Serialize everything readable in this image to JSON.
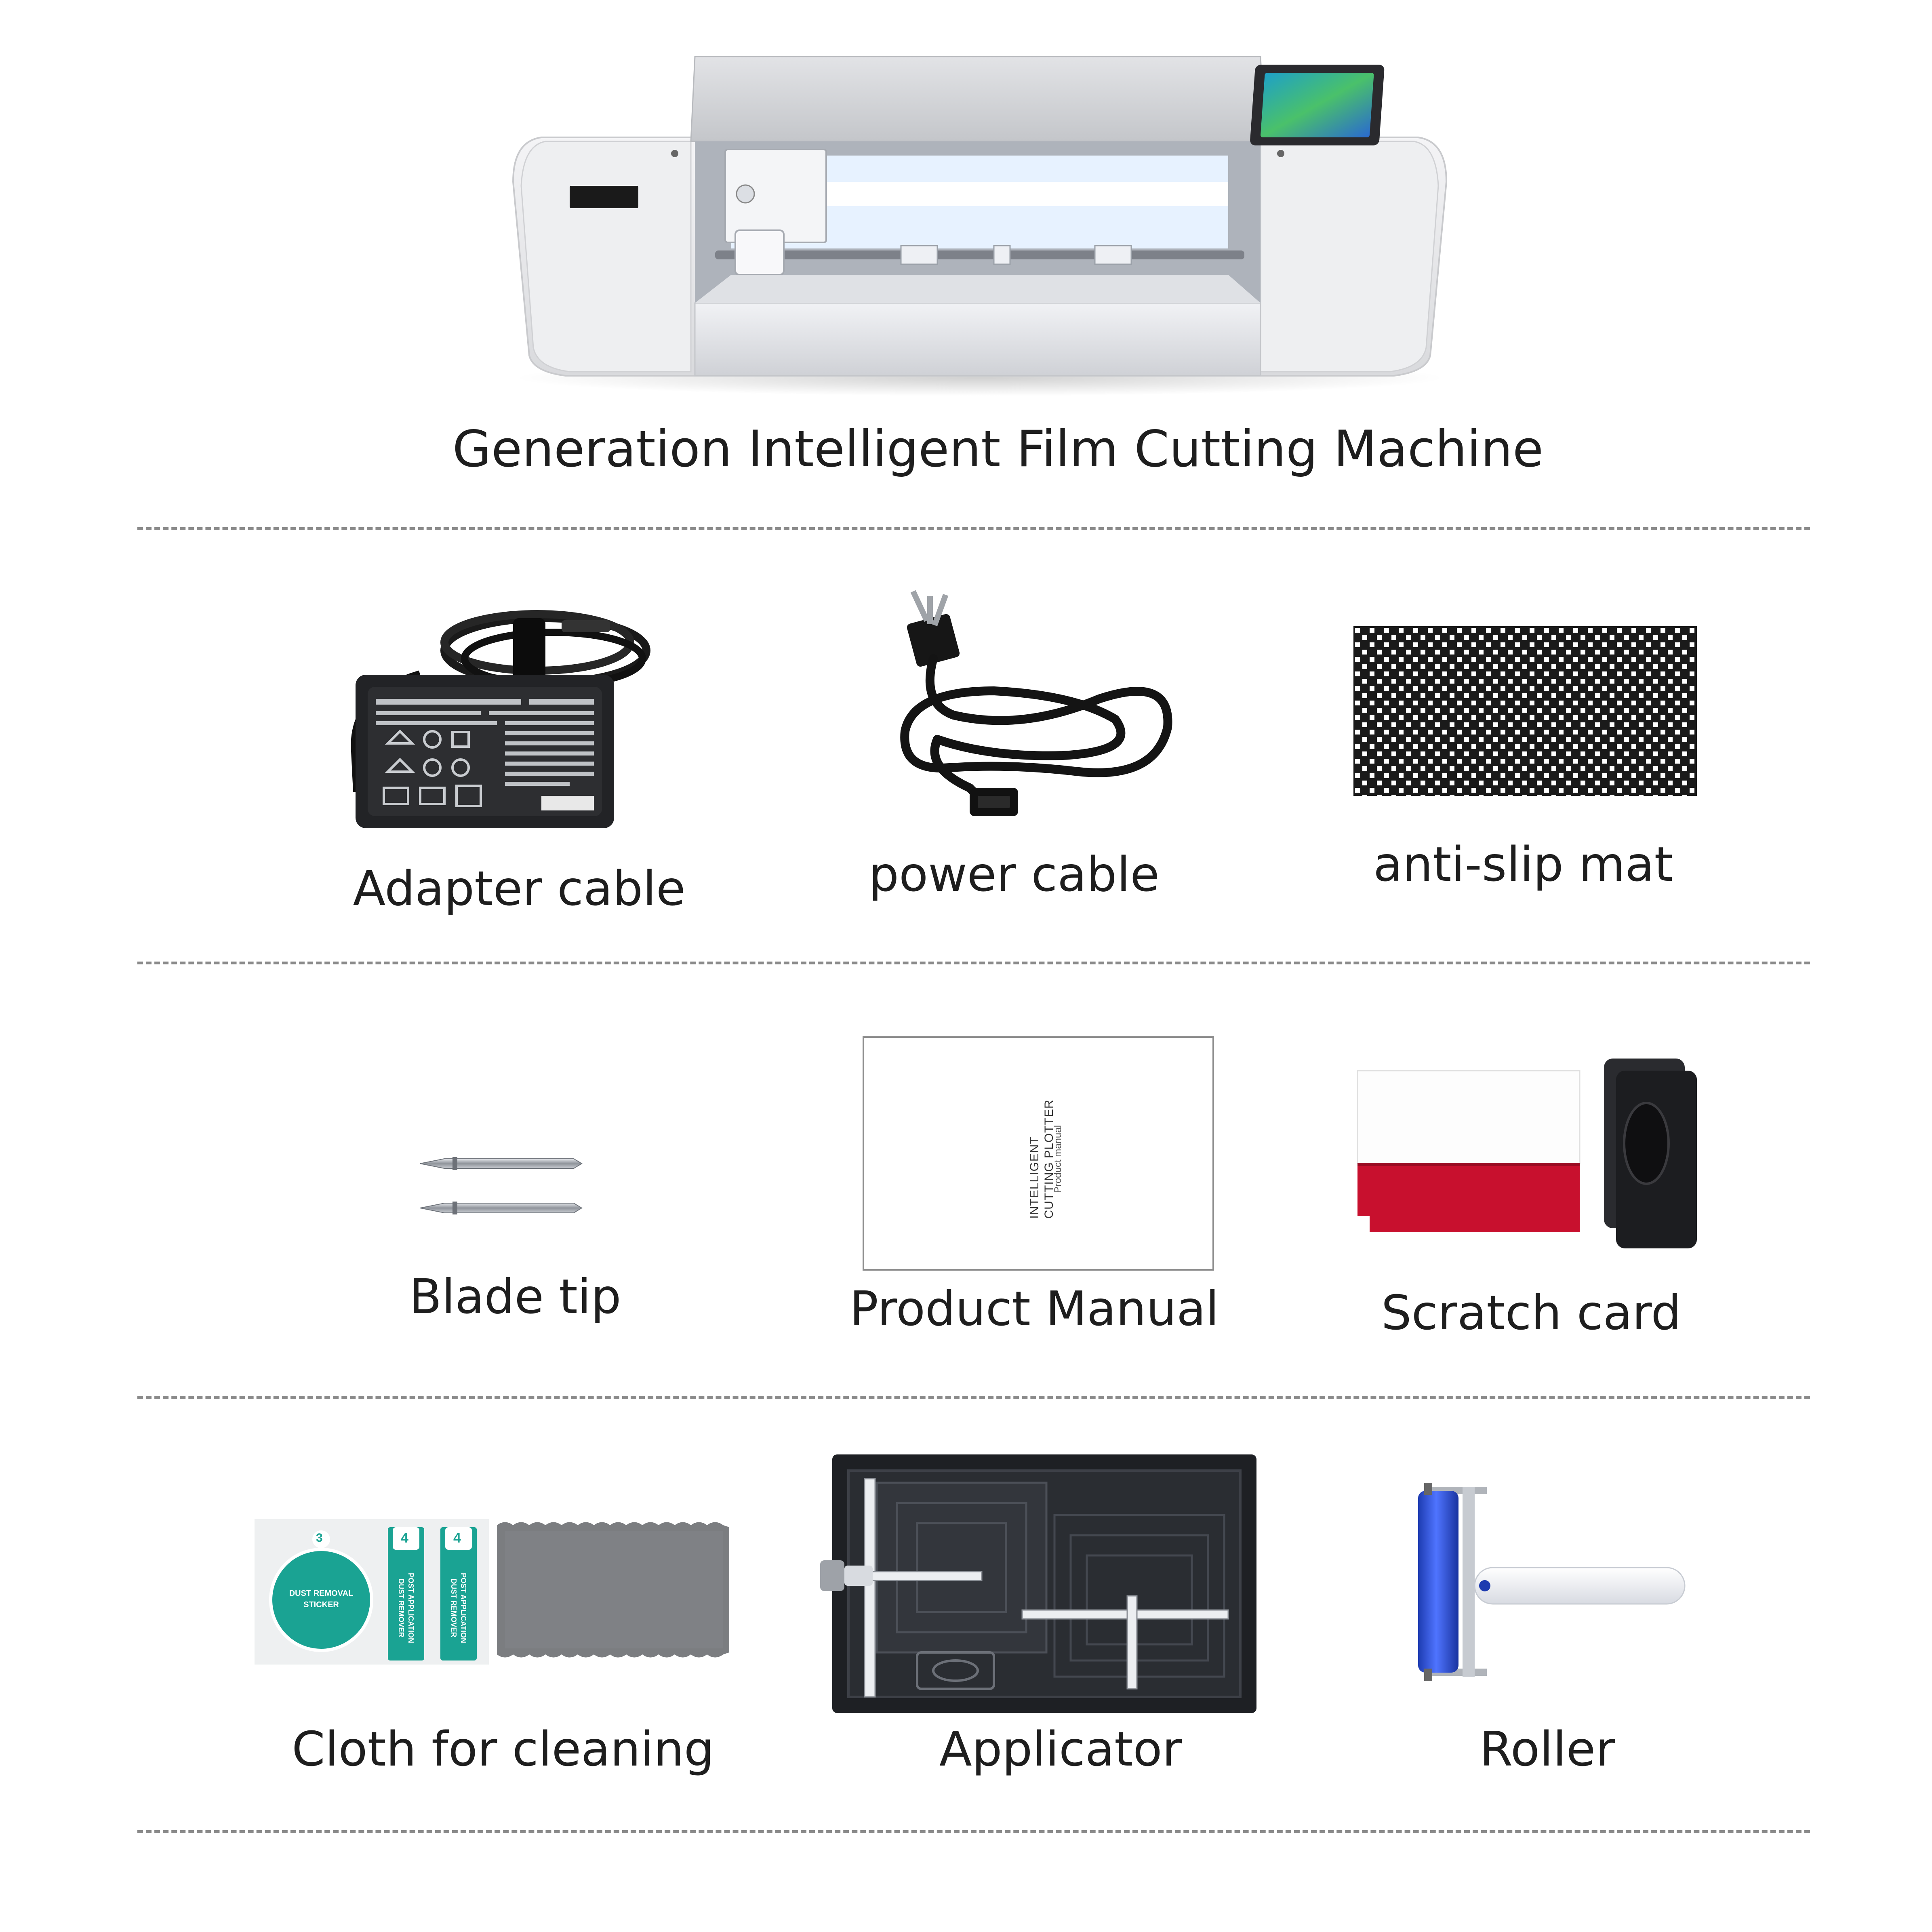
{
  "machine": {
    "title": "Generation Intelligent Film Cutting Machine"
  },
  "items": [
    {
      "label": "Adapter cable",
      "icon": "power-adapter-icon"
    },
    {
      "label": "power cable",
      "icon": "power-cord-icon"
    },
    {
      "label": "anti-slip mat",
      "icon": "anti-slip-mat-icon"
    },
    {
      "label": "Blade tip",
      "icon": "blade-tip-icon"
    },
    {
      "label": "Product Manual",
      "icon": "manual-icon"
    },
    {
      "label": "Scratch card",
      "icon": "scratch-card-icon"
    },
    {
      "label": "Cloth for cleaning",
      "icon": "cleaning-cloth-icon"
    },
    {
      "label": "Applicator",
      "icon": "applicator-icon"
    },
    {
      "label": "Roller",
      "icon": "roller-icon"
    }
  ],
  "manual": {
    "title_line1": "INTELLIGENT",
    "title_line2": "CUTTING PLOTTER",
    "subtitle": "Product manual"
  },
  "sticker": {
    "number3": "3",
    "number4": "4",
    "dust_line1": "DUST REMOVAL",
    "dust_line2": "STICKER",
    "post_line1": "POST APPLICATION",
    "post_line2": "DUST REMOVER"
  },
  "colors": {
    "divider": "#8a8a8a",
    "accent_teal": "#1aa393",
    "roller_blue": "#2a4fd6",
    "card_red": "#c8102e"
  }
}
